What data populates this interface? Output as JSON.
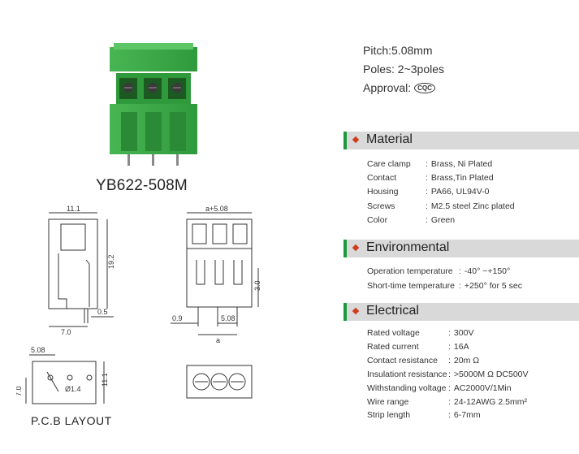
{
  "header_specs": {
    "pitch": "Pitch:5.08mm",
    "poles": "Poles: 2~3poles",
    "approval_label": "Approval:",
    "approval_mark": "CQC"
  },
  "product": {
    "model": "YB622-508M",
    "body_color": "#3aa845"
  },
  "drawings": {
    "side_width": "11.1",
    "side_height": "19.2",
    "side_pin_offset": "0.5",
    "side_base": "7.0",
    "front_width": "a+5.08",
    "front_pin_len": "3.0",
    "front_pin_dia": "0.9",
    "front_pitch": "5.08",
    "front_a": "a",
    "pcb_pitch": "5.08",
    "pcb_height": "11.1",
    "pcb_hole": "Ø1.4",
    "pcb_offset": "7.0",
    "pcb_label": "P.C.B  LAYOUT"
  },
  "sections": {
    "material": {
      "title": "Material",
      "rows": [
        {
          "label": "Care  clamp",
          "value": "Brass, Ni Plated"
        },
        {
          "label": "Contact",
          "value": "Brass,Tin Plated"
        },
        {
          "label": "Housing",
          "value": "PA66,  UL94V-0"
        },
        {
          "label": "Screws",
          "value": "M2.5 steel Zinc plated"
        },
        {
          "label": "Color",
          "value": "Green"
        }
      ]
    },
    "environmental": {
      "title": "Environmental",
      "rows": [
        {
          "label": "Operation  temperature",
          "value": "-40°  ~+150°"
        },
        {
          "label": "Short-time  temperature",
          "value": "+250°  for 5 sec"
        }
      ]
    },
    "electrical": {
      "title": "Electrical",
      "rows": [
        {
          "label": "Rated  voltage",
          "value": "300V"
        },
        {
          "label": "Rated  current",
          "value": "16A"
        },
        {
          "label": "Contact  resistance",
          "value": "20m Ω"
        },
        {
          "label": "Insulationt  resistance",
          "value": ">5000M Ω  DC500V"
        },
        {
          "label": "Withstanding  voltage",
          "value": "AC2000V/1Min"
        },
        {
          "label": "Wire  range",
          "value": "24-12AWG  2.5mm²"
        },
        {
          "label": "Strip  length",
          "value": "6-7mm"
        }
      ]
    }
  },
  "colors": {
    "accent_green": "#1a9a3a",
    "bullet_red": "#d23a1a",
    "bar_gray": "#d9d9d9"
  }
}
